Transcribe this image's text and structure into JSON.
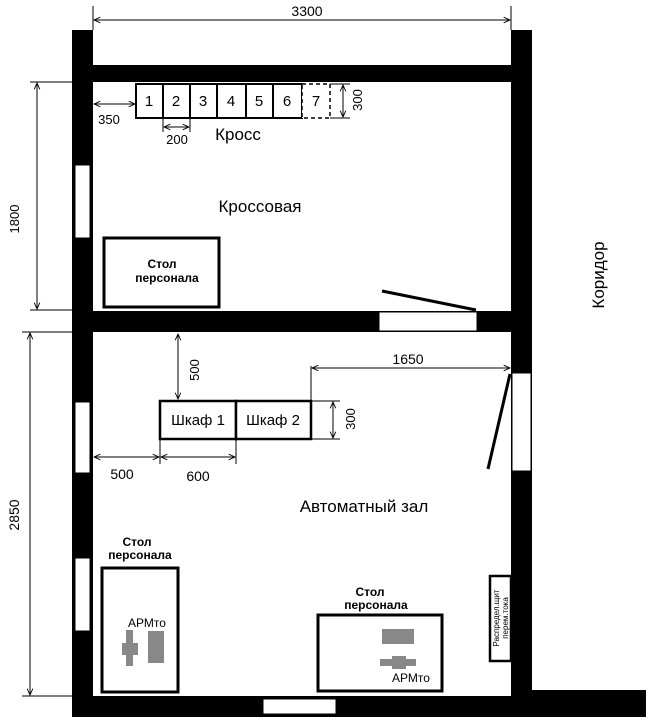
{
  "dimensions": {
    "overall_width": "3300",
    "cross_offset": "350",
    "cross_unit_width": "200",
    "cross_depth": "300",
    "cross_room_height": "1800",
    "hall_height": "2850",
    "cabinet_top_offset": "500",
    "cabinet_to_door": "1650",
    "cabinet_depth": "300",
    "cabinet_left_offset": "500",
    "cabinet_width": "600"
  },
  "cross": {
    "label": "Кросс",
    "units": [
      "1",
      "2",
      "3",
      "4",
      "5",
      "6",
      "7"
    ]
  },
  "rooms": {
    "cross_room": "Кроссовая",
    "hall": "Автоматный зал",
    "corridor": "Коридор"
  },
  "desks": {
    "cross_room_desk": [
      "Стол",
      "персонала"
    ],
    "hall_left_desk": [
      "Стол",
      "персонала"
    ],
    "hall_right_desk": [
      "Стол",
      "персонала"
    ]
  },
  "workstations": {
    "left": "АРМто",
    "right": "АРМто"
  },
  "cabinets": [
    "Шкаф 1",
    "Шкаф 2"
  ],
  "distribution_board": [
    "Распредел.щит",
    "перем.тока"
  ]
}
